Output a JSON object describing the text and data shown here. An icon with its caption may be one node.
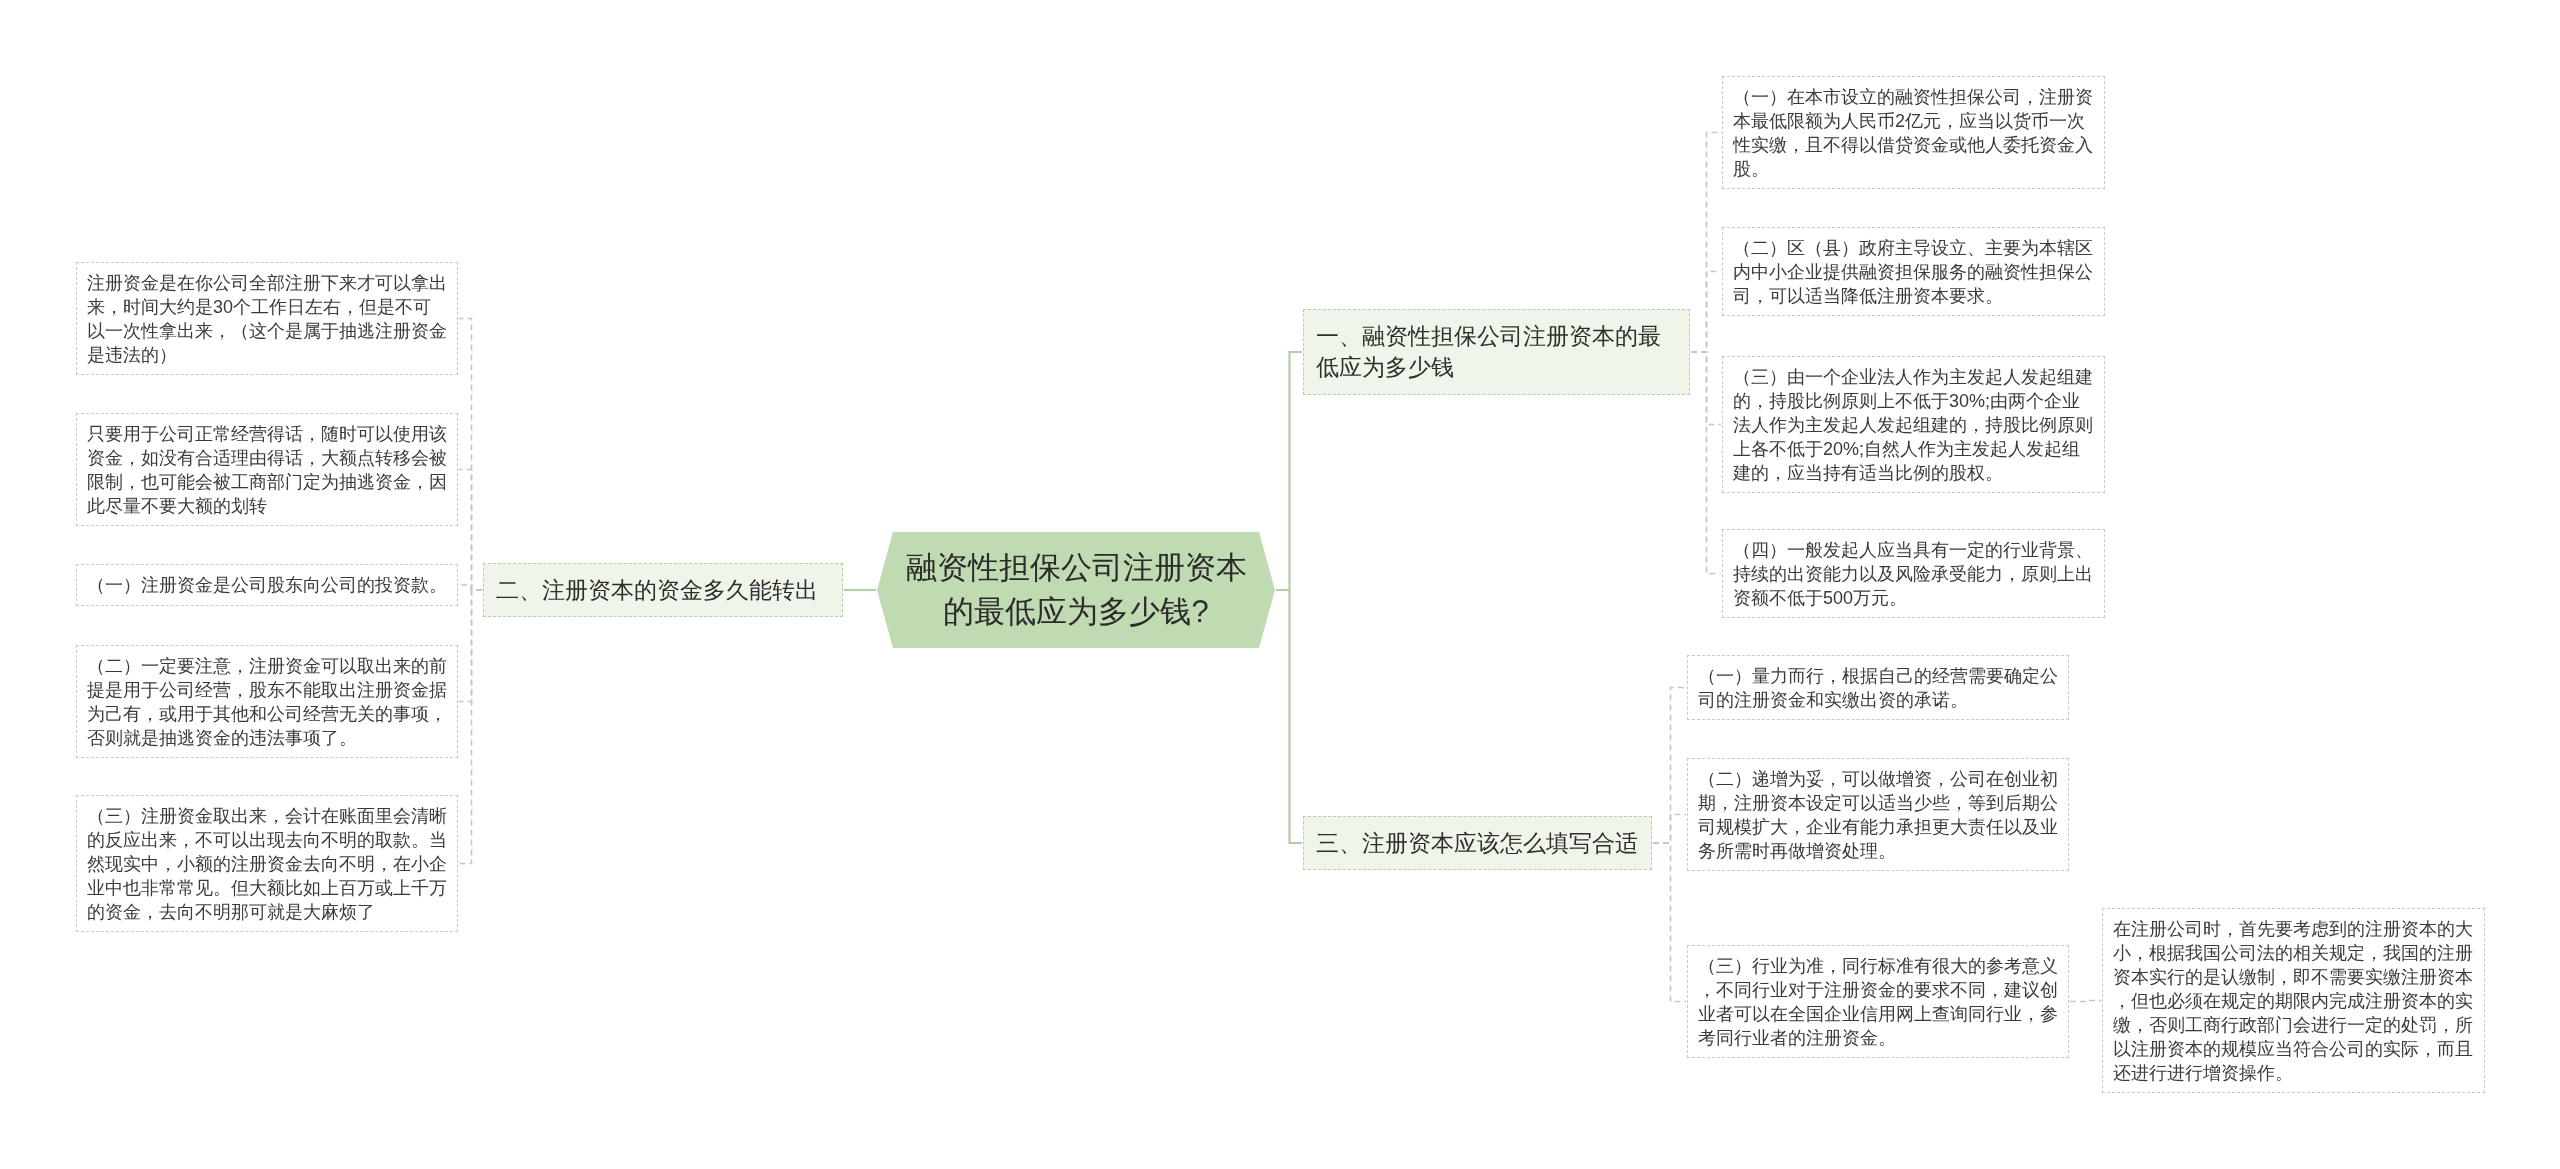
{
  "diagram": {
    "nodes": [
      {
        "text": [
          "融资性担保公司注册资本的最低应为多少钱?"
        ]
      },
      {
        "text": [
          "一、融资性担保公司注册资本的最低应为多少钱"
        ]
      },
      {
        "text": [
          "（一）在本市设立的融资性担保公司，注册资本最低限额为人民币2亿元，应当以货币一次性实缴，且不得以借贷资金或他人委托资金入股。"
        ]
      },
      {
        "text": [
          "（二）区（县）政府主导设立、主要为本辖区内中小企业提供融资担保服务的融资性担保公司，可以适当降低注册资本要求。"
        ]
      },
      {
        "text": [
          "（三）由一个企业法人作为主发起人发起组建的，持股比例原则上不低于30%;由两个企业法人作为主发起人发起组建的，持股比例原则上各不低于20%;自然人作为主发起人发起组建的，应当持有适当比例的股权。"
        ]
      },
      {
        "text": [
          "（四）一般发起人应当具有一定的行业背景、持续的出资能力以及风险承受能力，原则上出资额不低于500万元。"
        ]
      },
      {
        "text": [
          "三、注册资本应该怎么填写合适"
        ]
      },
      {
        "text": [
          "（一）量力而行，根据自己的经营需要确定公司的注册资金和实缴出资的承诺。"
        ]
      },
      {
        "text": [
          "（二）递增为妥，可以做增资，公司在创业初期，注册资本设定可以适当少些，等到后期公司规模扩大，企业有能力承担更大责任以及业务所需时再做增资处理。"
        ]
      },
      {
        "text": [
          "（三）行业为准，同行标准有很大的参考意义，不同行业对于注册资金的要求不同，建议创业者可以在全国企业信用网上查询同行业，参考同行业者的注册资金。"
        ]
      },
      {
        "text": [
          "在注册公司时，首先要考虑到的注册资本的大小，根据我国公司法的相关规定，我国的注册资本实行的是认缴制，即不需要实缴注册资本，但也必须在规定的期限内完成注册资本的实缴，否则工商行政部门会进行一定的处罚，所以注册资本的规模应当符合公司的实际，而且还进行进行增资操作。"
        ]
      },
      {
        "text": [
          "二、注册资本的资金多久能转出"
        ]
      },
      {
        "text": [
          "注册资金是在你公司全部注册下来才可以拿出来，时间大约是30个工作日左右，但是不可以一次性拿出来，（这个是属于抽逃注册资金是违法的）"
        ]
      },
      {
        "text": [
          "只要用于公司正常经营得话，随时可以使用该资金，如没有合适理由得话，大额点转移会被限制，也可能会被工商部门定为抽逃资金，因此尽量不要大额的划转"
        ]
      },
      {
        "text": [
          "（一）注册资金是公司股东向公司的投资款。"
        ]
      },
      {
        "text": [
          "（二）一定要注意，注册资金可以取出来的前提是用于公司经营，股东不能取出注册资金据为己有，或用于其他和公司经营无关的事项，否则就是抽逃资金的违法事项了。"
        ]
      },
      {
        "text": [
          "（三）注册资金取出来，会计在账面里会清晰的反应出来，不可以出现去向不明的取款。当然现实中，小额的注册资金去向不明，在小企业中也非常常见。但大额比如上百万或上千万的资金，去向不明那可就是大麻烦了"
        ]
      }
    ],
    "edges": [
      {
        "from": 0,
        "to": 1,
        "arrow": "none",
        "color": "#b4cea6"
      },
      {
        "from": 0,
        "to": 6,
        "arrow": "none",
        "color": "#b4cea6"
      },
      {
        "from": 0,
        "to": 11,
        "arrow": "none",
        "color": "#b4cea6"
      },
      {
        "from": 1,
        "to": 2,
        "arrow": "none",
        "style": "dashed"
      },
      {
        "from": 1,
        "to": 3,
        "arrow": "none",
        "style": "dashed"
      },
      {
        "from": 1,
        "to": 4,
        "arrow": "none",
        "style": "dashed"
      },
      {
        "from": 1,
        "to": 5,
        "arrow": "none",
        "style": "dashed"
      },
      {
        "from": 6,
        "to": 7,
        "arrow": "none",
        "style": "dashed"
      },
      {
        "from": 6,
        "to": 8,
        "arrow": "none",
        "style": "dashed"
      },
      {
        "from": 6,
        "to": 9,
        "arrow": "none",
        "style": "dashed"
      },
      {
        "from": 9,
        "to": 10,
        "arrow": "none",
        "style": "dashed"
      },
      {
        "from": 11,
        "to": 12,
        "arrow": "none",
        "style": "dashed"
      },
      {
        "from": 11,
        "to": 13,
        "arrow": "none",
        "style": "dashed"
      },
      {
        "from": 11,
        "to": 14,
        "arrow": "none",
        "style": "dashed"
      },
      {
        "from": 11,
        "to": 15,
        "arrow": "none",
        "style": "dashed"
      },
      {
        "from": 11,
        "to": 16,
        "arrow": "none",
        "style": "dashed"
      }
    ]
  }
}
